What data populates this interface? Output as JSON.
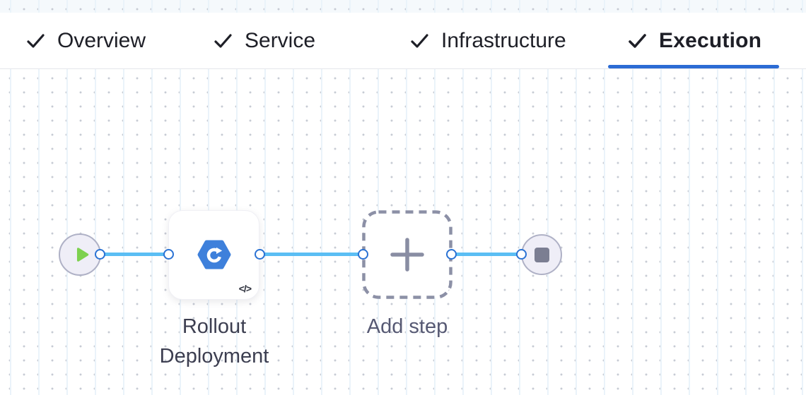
{
  "tabs": [
    {
      "label": "Overview",
      "completed": true,
      "active": false
    },
    {
      "label": "Service",
      "completed": true,
      "active": false
    },
    {
      "label": "Infrastructure",
      "completed": true,
      "active": false
    },
    {
      "label": "Execution",
      "completed": true,
      "active": true
    }
  ],
  "pipeline": {
    "start_node": {
      "type": "start",
      "icon": "play-icon"
    },
    "steps": [
      {
        "label": "Rollout Deployment",
        "icon": "rollout-deployment-icon",
        "badge": "</>"
      }
    ],
    "add_step": {
      "label": "Add step",
      "icon": "plus-icon"
    },
    "end_node": {
      "type": "stop",
      "icon": "stop-icon"
    }
  },
  "colors": {
    "tab-active-underline": "#2B6BD4",
    "tab-text": "#1E1F27",
    "edge-line": "#5BBEF4",
    "port-ring": "#2A72D4",
    "step-icon-blue": "#3E80DB",
    "play-green": "#7DD14F",
    "stop-gray": "#7B7E92",
    "node-circle-fill": "#EFEEF7",
    "node-circle-border": "#AFB1C6",
    "dashed-border": "#8C90A6",
    "plus-gray": "#898DA3",
    "label-text": "#3C3E50",
    "add-step-text": "#565973",
    "grid-dot": "#C7CBD4",
    "grid-line": "#EAF3FA",
    "canvas-top-strip-bg": "#F5F9FC"
  }
}
